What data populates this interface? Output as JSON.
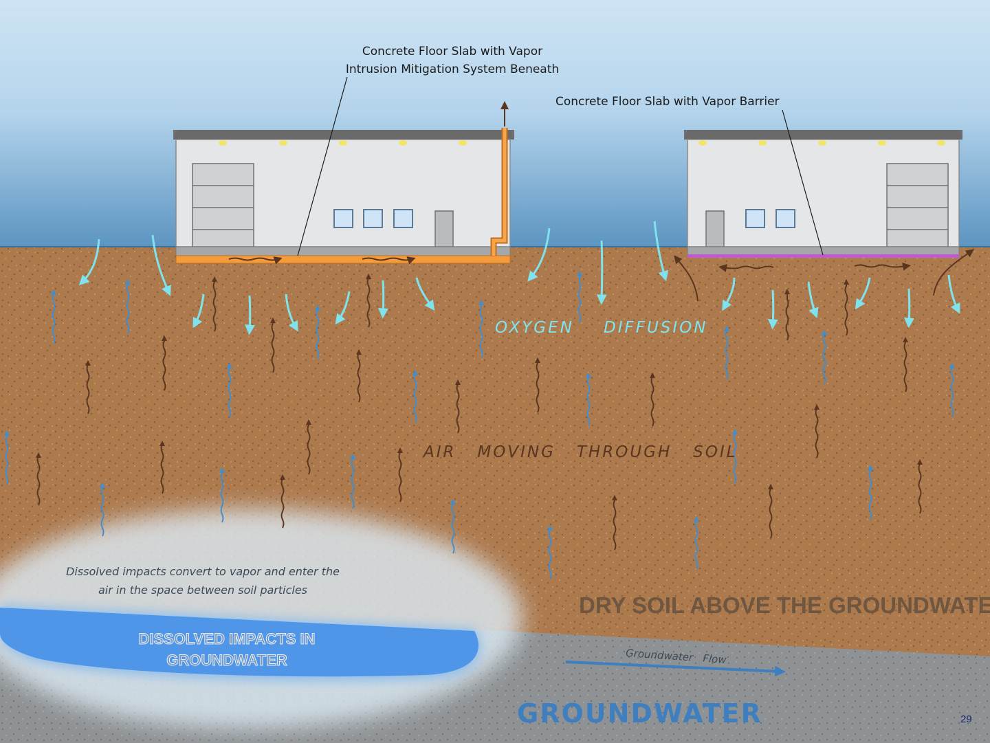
{
  "labels": {
    "slab_mitigation": [
      "Concrete Floor Slab with Vapor",
      "Intrusion Mitigation System Beneath"
    ],
    "slab_barrier": "Concrete Floor Slab with Vapor Barrier",
    "oxygen": "OXYGEN",
    "diffusion": "DIFFUSION",
    "air_moving": "AIR   MOVING   THROUGH   SOIL",
    "dry_soil": "DRY SOIL ABOVE THE GROUNDWATER",
    "vapor_note": [
      "Dissolved impacts convert to vapor and enter the",
      "air in the space between soil particles"
    ],
    "dissolved": [
      "DISSOLVED IMPACTS IN",
      "GROUNDWATER"
    ],
    "flow": "Groundwater   Flow",
    "groundwater": "GROUNDWATER",
    "page_number": "29"
  },
  "colors": {
    "sky_top": "#bcd9ef",
    "sky_bottom": "#5f98c4",
    "soil": "#ad7a4e",
    "groundwater_zone": "#8f9294",
    "plume": "#4f96e8",
    "mitigation_layer": "#f49b3c",
    "vapor_barrier": "#c45ad2",
    "oxygen_arrow": "#7fe3ee",
    "vapor_arrow_blue": "#3f8fd0",
    "vapor_arrow_brown": "#5a3620"
  }
}
